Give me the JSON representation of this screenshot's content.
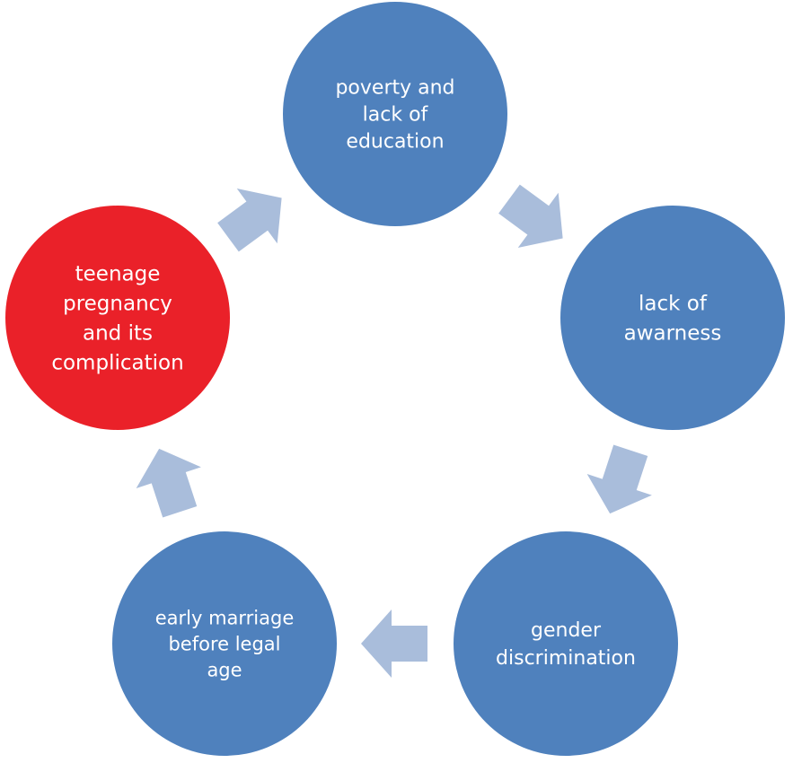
{
  "colors": {
    "node": "#4f81bd",
    "highlight": "#ea2129",
    "arrow": "#a9bddb",
    "text": "#ffffff"
  },
  "nodes": [
    {
      "id": "poverty",
      "lines": [
        "poverty and",
        "lack of",
        "education"
      ],
      "highlight": false
    },
    {
      "id": "awareness",
      "lines": [
        "lack of",
        "awarness"
      ],
      "highlight": false
    },
    {
      "id": "gender",
      "lines": [
        "gender",
        "discrimination"
      ],
      "highlight": false
    },
    {
      "id": "early-marriage",
      "lines": [
        "early marriage",
        "before legal",
        "age"
      ],
      "highlight": false
    },
    {
      "id": "teenage-pregnancy",
      "lines": [
        "teenage",
        "pregnancy",
        "and its",
        "complication"
      ],
      "highlight": true
    }
  ],
  "arrows": [
    {
      "from": "poverty",
      "to": "awareness"
    },
    {
      "from": "awareness",
      "to": "gender"
    },
    {
      "from": "gender",
      "to": "early-marriage"
    },
    {
      "from": "early-marriage",
      "to": "teenage-pregnancy"
    },
    {
      "from": "teenage-pregnancy",
      "to": "poverty"
    }
  ]
}
